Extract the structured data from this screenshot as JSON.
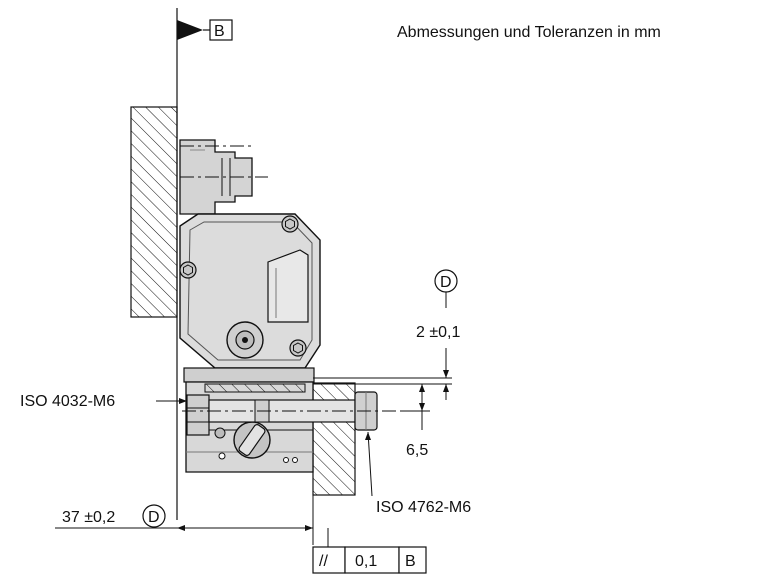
{
  "header": {
    "units_note": "Abmessungen und Toleranzen in mm"
  },
  "datums": {
    "b_letter": "B",
    "d_letter": "D"
  },
  "dimensions": {
    "gap_2": "2 ±0,1",
    "offset_6_5": "6,5",
    "width_37": "37 ±0,2"
  },
  "callouts": {
    "nut": "ISO 4032-M6",
    "screw": "ISO 4762-M6"
  },
  "tolerance_frame": {
    "symbol": "//",
    "value": "0,1",
    "datum": "B"
  },
  "colors": {
    "line": "#111111",
    "body_fill": "#dcdcdc",
    "body_dark": "#b8b8b8",
    "background": "#ffffff"
  }
}
